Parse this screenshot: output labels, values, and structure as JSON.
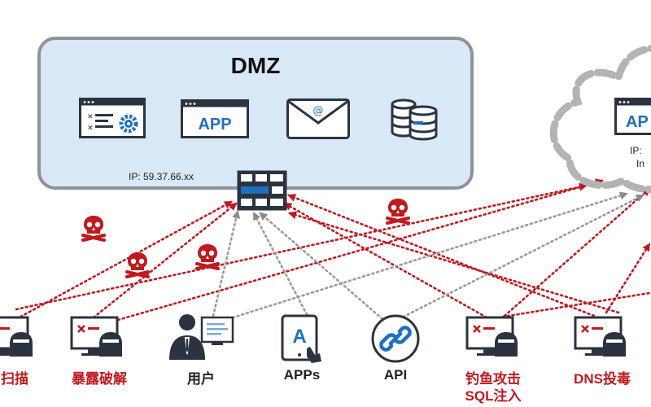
{
  "dmz": {
    "title": "DMZ",
    "ip_label": "IP: 59.37.66.xx",
    "services": [
      {
        "icon": "config-window-icon"
      },
      {
        "icon": "app-window-icon",
        "text": "APP"
      },
      {
        "icon": "email-icon",
        "text": "@"
      },
      {
        "icon": "database-icon"
      }
    ]
  },
  "cloud": {
    "app_text": "AP",
    "ip_label": "IP:",
    "line2": "In"
  },
  "actors": [
    {
      "id": "scan",
      "label": "扫描",
      "color": "red"
    },
    {
      "id": "exposure",
      "label": "暴露破解",
      "color": "red"
    },
    {
      "id": "user",
      "label": "用户",
      "color": "dark"
    },
    {
      "id": "apps",
      "label": "APPs",
      "color": "dark"
    },
    {
      "id": "api",
      "label": "API",
      "color": "dark"
    },
    {
      "id": "phishing",
      "label": "钓鱼攻击",
      "label2": "SQL注入",
      "color": "red"
    },
    {
      "id": "dns",
      "label": "DNS投毒",
      "color": "red"
    }
  ],
  "colors": {
    "attack": "#c0191e",
    "normal": "#9a9a9a",
    "icon_dark": "#2b3340",
    "icon_blue": "#1f6fc0",
    "dmz_fill": "#d8e8f6"
  }
}
